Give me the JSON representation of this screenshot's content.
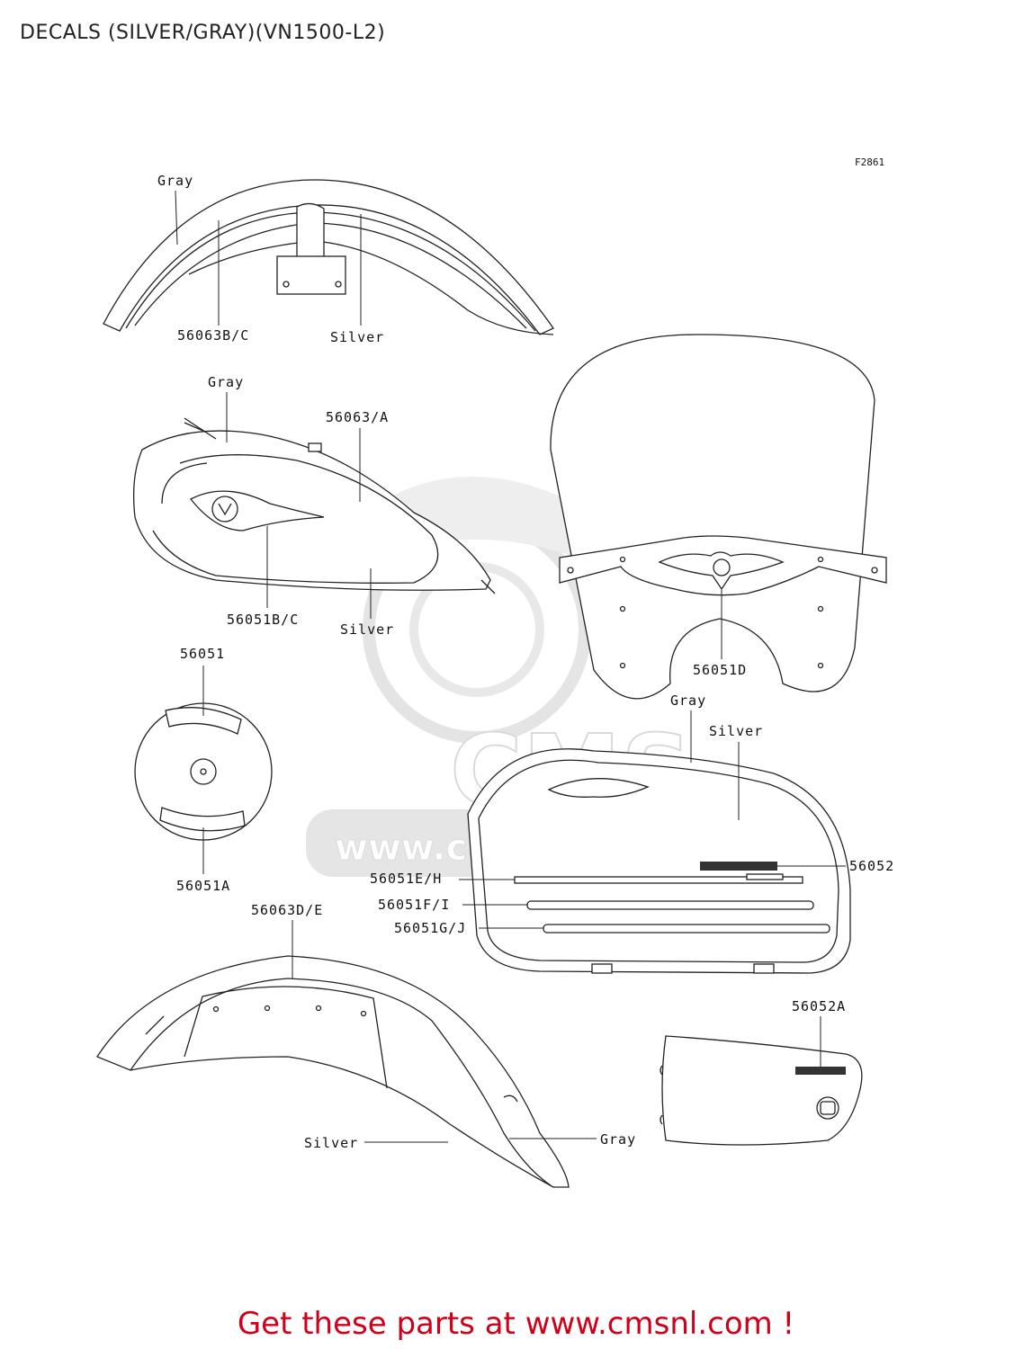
{
  "page": {
    "title": "DECALS (SILVER/GRAY)(VN1500-L2)",
    "figure_ref": "F2861"
  },
  "watermark": {
    "text": "www.cmsnl.com",
    "logo_text": "CMS"
  },
  "labels": {
    "front_fender_gray": "Gray",
    "front_fender_part": "56063B/C",
    "front_fender_silver": "Silver",
    "tank_gray": "Gray",
    "tank_part_a": "56063/A",
    "tank_part_b": "56051B/C",
    "tank_silver": "Silver",
    "windshield_part": "56051D",
    "cover_part_top": "56051",
    "cover_part_bottom": "56051A",
    "bag_gray": "Gray",
    "bag_silver": "Silver",
    "bag_part_52": "56052",
    "bag_part_eh": "56051E/H",
    "bag_part_fi": "56051F/I",
    "bag_part_gj": "56051G/J",
    "rear_fender_part": "56063D/E",
    "rear_fender_silver": "Silver",
    "rear_fender_gray": "Gray",
    "side_cover_part": "56052A"
  },
  "footer": {
    "prefix": "Get these parts at ",
    "link": "www.cmsnl.com",
    "suffix": " !"
  }
}
